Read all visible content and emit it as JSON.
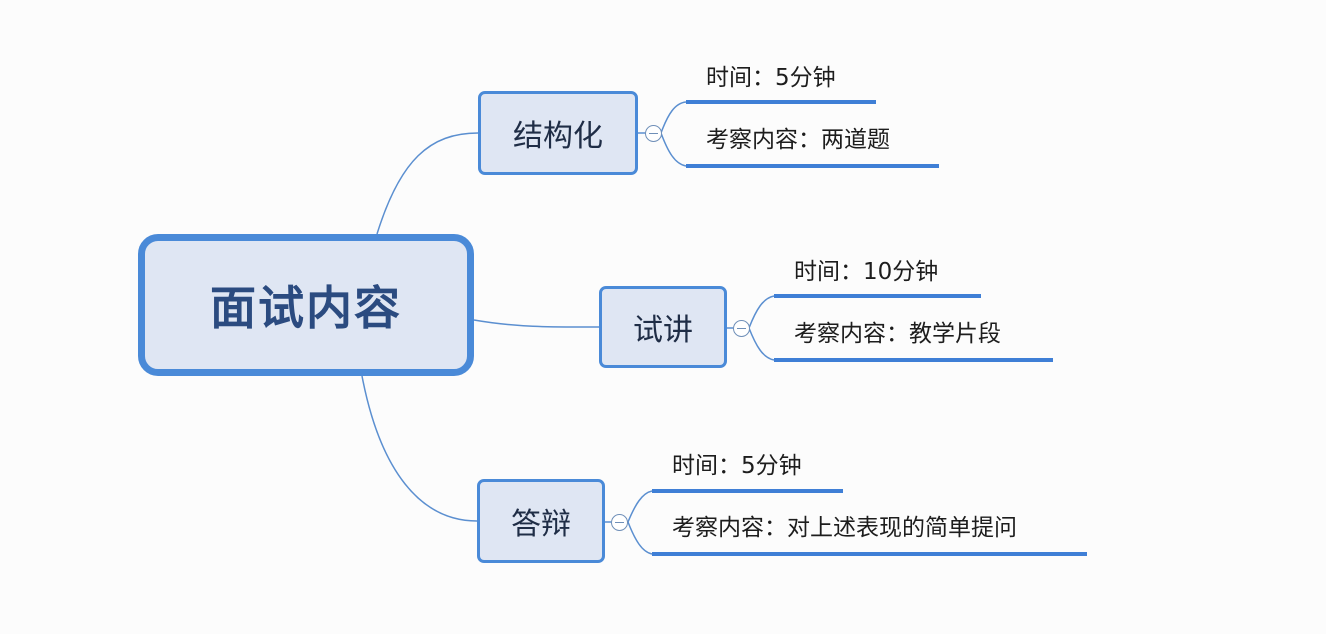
{
  "root": {
    "label": "面试内容"
  },
  "branches": [
    {
      "label": "结构化",
      "details": [
        {
          "text": "时间：5分钟"
        },
        {
          "text": "考察内容：两道题"
        }
      ]
    },
    {
      "label": "试讲",
      "details": [
        {
          "text": "时间：10分钟"
        },
        {
          "text": "考察内容：教学片段"
        }
      ]
    },
    {
      "label": "答辩",
      "details": [
        {
          "text": "时间：5分钟"
        },
        {
          "text": "考察内容：对上述表现的简单提问"
        }
      ]
    }
  ],
  "colors": {
    "node_border": "#4a8ad8",
    "node_fill": "#dfe6f3",
    "connector": "#5b8fd0",
    "underline": "#3f7fd6"
  }
}
